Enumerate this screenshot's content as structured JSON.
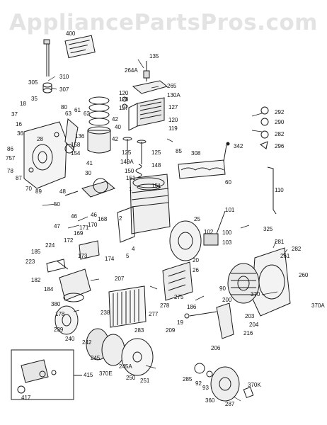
{
  "watermark": "AppliancePartsPros.com",
  "top_marks": "",
  "labels": [
    {
      "id": "400",
      "text": "400"
    },
    {
      "id": "310",
      "text": "310"
    },
    {
      "id": "305",
      "text": "305"
    },
    {
      "id": "307",
      "text": "307"
    },
    {
      "id": "264A",
      "text": "264A"
    },
    {
      "id": "135",
      "text": "135"
    },
    {
      "id": "265",
      "text": "265"
    },
    {
      "id": "120",
      "text": "120"
    },
    {
      "id": "128",
      "text": "128"
    },
    {
      "id": "130A",
      "text": "130A"
    },
    {
      "id": "127a",
      "text": "127"
    },
    {
      "id": "127b",
      "text": "127"
    },
    {
      "id": "120b",
      "text": "120"
    },
    {
      "id": "119",
      "text": "119"
    },
    {
      "id": "42a",
      "text": "42"
    },
    {
      "id": "40",
      "text": "40"
    },
    {
      "id": "42b",
      "text": "42"
    },
    {
      "id": "18a",
      "text": "18"
    },
    {
      "id": "35",
      "text": "35"
    },
    {
      "id": "37",
      "text": "37"
    },
    {
      "id": "16",
      "text": "16"
    },
    {
      "id": "36",
      "text": "36"
    },
    {
      "id": "80",
      "text": "80"
    },
    {
      "id": "63",
      "text": "63"
    },
    {
      "id": "61",
      "text": "61"
    },
    {
      "id": "62",
      "text": "62"
    },
    {
      "id": "136",
      "text": "136"
    },
    {
      "id": "158",
      "text": "158"
    },
    {
      "id": "154",
      "text": "154"
    },
    {
      "id": "28",
      "text": "28"
    },
    {
      "id": "86",
      "text": "86"
    },
    {
      "id": "757",
      "text": "757"
    },
    {
      "id": "78",
      "text": "78"
    },
    {
      "id": "87",
      "text": "87"
    },
    {
      "id": "70",
      "text": "70"
    },
    {
      "id": "89",
      "text": "89"
    },
    {
      "id": "41",
      "text": "41"
    },
    {
      "id": "30",
      "text": "30"
    },
    {
      "id": "125a",
      "text": "125"
    },
    {
      "id": "125b",
      "text": "125"
    },
    {
      "id": "149A",
      "text": "149A"
    },
    {
      "id": "148",
      "text": "148"
    },
    {
      "id": "150",
      "text": "150"
    },
    {
      "id": "151a",
      "text": "151"
    },
    {
      "id": "151b",
      "text": "151"
    },
    {
      "id": "85",
      "text": "85"
    },
    {
      "id": "308",
      "text": "308"
    },
    {
      "id": "342",
      "text": "342"
    },
    {
      "id": "60",
      "text": "60"
    },
    {
      "id": "292",
      "text": "292"
    },
    {
      "id": "290",
      "text": "290"
    },
    {
      "id": "282a",
      "text": "282"
    },
    {
      "id": "296",
      "text": "296"
    },
    {
      "id": "48",
      "text": "48"
    },
    {
      "id": "1",
      "text": "1"
    },
    {
      "id": "50",
      "text": "50"
    },
    {
      "id": "46a",
      "text": "46"
    },
    {
      "id": "46b",
      "text": "46"
    },
    {
      "id": "47",
      "text": "47"
    },
    {
      "id": "168",
      "text": "168"
    },
    {
      "id": "170",
      "text": "170"
    },
    {
      "id": "2",
      "text": "2"
    },
    {
      "id": "169",
      "text": "169"
    },
    {
      "id": "171",
      "text": "171"
    },
    {
      "id": "172",
      "text": "172"
    },
    {
      "id": "25",
      "text": "25"
    },
    {
      "id": "101",
      "text": "101"
    },
    {
      "id": "102",
      "text": "102"
    },
    {
      "id": "100",
      "text": "100"
    },
    {
      "id": "103",
      "text": "103"
    },
    {
      "id": "110",
      "text": "110"
    },
    {
      "id": "325",
      "text": "325"
    },
    {
      "id": "224",
      "text": "224"
    },
    {
      "id": "185",
      "text": "185"
    },
    {
      "id": "223",
      "text": "223"
    },
    {
      "id": "182",
      "text": "182"
    },
    {
      "id": "173",
      "text": "173"
    },
    {
      "id": "174",
      "text": "174"
    },
    {
      "id": "4",
      "text": "4"
    },
    {
      "id": "5",
      "text": "5"
    },
    {
      "id": "20",
      "text": "20"
    },
    {
      "id": "26",
      "text": "26"
    },
    {
      "id": "281",
      "text": "281"
    },
    {
      "id": "282b",
      "text": "282"
    },
    {
      "id": "261",
      "text": "261"
    },
    {
      "id": "260",
      "text": "260"
    },
    {
      "id": "184",
      "text": "184"
    },
    {
      "id": "207",
      "text": "207"
    },
    {
      "id": "90",
      "text": "90"
    },
    {
      "id": "370",
      "text": "370"
    },
    {
      "id": "370A",
      "text": "370A"
    },
    {
      "id": "380",
      "text": "380"
    },
    {
      "id": "275",
      "text": "275"
    },
    {
      "id": "278",
      "text": "278"
    },
    {
      "id": "277",
      "text": "277"
    },
    {
      "id": "200",
      "text": "200"
    },
    {
      "id": "203",
      "text": "203"
    },
    {
      "id": "204",
      "text": "204"
    },
    {
      "id": "178",
      "text": "178"
    },
    {
      "id": "238",
      "text": "238"
    },
    {
      "id": "186",
      "text": "186"
    },
    {
      "id": "19",
      "text": "19"
    },
    {
      "id": "209",
      "text": "209"
    },
    {
      "id": "216",
      "text": "216"
    },
    {
      "id": "239",
      "text": "239"
    },
    {
      "id": "240",
      "text": "240"
    },
    {
      "id": "242",
      "text": "242"
    },
    {
      "id": "283",
      "text": "283"
    },
    {
      "id": "206",
      "text": "206"
    },
    {
      "id": "245",
      "text": "245"
    },
    {
      "id": "245A",
      "text": "245A"
    },
    {
      "id": "370E",
      "text": "370E"
    },
    {
      "id": "250",
      "text": "250"
    },
    {
      "id": "251",
      "text": "251"
    },
    {
      "id": "285",
      "text": "285"
    },
    {
      "id": "92",
      "text": "92"
    },
    {
      "id": "93",
      "text": "93"
    },
    {
      "id": "370K",
      "text": "370K"
    },
    {
      "id": "360",
      "text": "360"
    },
    {
      "id": "287",
      "text": "287"
    },
    {
      "id": "415",
      "text": "415"
    },
    {
      "id": "417",
      "text": "417"
    }
  ],
  "colors": {
    "ink": "#1a1a1a",
    "watermark": "#e3e3e3",
    "paper": "#ffffff"
  }
}
